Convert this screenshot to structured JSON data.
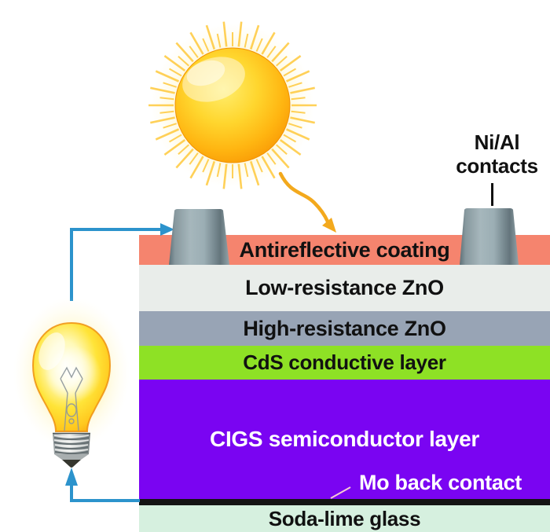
{
  "diagram": {
    "background_color": "#FFFFFF",
    "subject": "CIGS solar cell layer stack with light bulb circuit"
  },
  "annotations": {
    "ni_al": {
      "line1": "Ni/Al",
      "line2": "contacts"
    }
  },
  "stack": {
    "layers": [
      {
        "id": "antireflective-coating",
        "label": "Antireflective coating",
        "color": "#F5846E",
        "text_color": "#111111"
      },
      {
        "id": "low-resistance-zno",
        "label": "Low-resistance ZnO",
        "color": "#E9EDEA",
        "text_color": "#111111"
      },
      {
        "id": "high-resistance-zno",
        "label": "High-resistance ZnO",
        "color": "#98A4B5",
        "text_color": "#111111"
      },
      {
        "id": "cds-conductive-layer",
        "label": "CdS conductive layer",
        "color": "#8EE125",
        "text_color": "#111111"
      },
      {
        "id": "cigs-semiconductor-layer",
        "label": "CIGS semiconductor layer",
        "color": "#7A04F2",
        "text_color": "#FFFFFF"
      },
      {
        "id": "mo-back-contact",
        "label": "Mo back contact",
        "color": "#141414",
        "text_color": "#FFFFFF"
      },
      {
        "id": "soda-lime-glass",
        "label": "Soda-lime glass",
        "color": "#D6F0DF",
        "text_color": "#111111"
      }
    ]
  },
  "circuit": {
    "wire_color": "#2C93CC"
  },
  "icons": {
    "sun_ray_color": "#FFC93C",
    "sun_core_color": "#FFD62E",
    "sunlight_arrow_color": "#F3A91D",
    "bulb_glow_color": "#FFE86A",
    "contact_metal_color": "#9BAEB4",
    "mo_pointer_color": "#F7C9D4"
  }
}
